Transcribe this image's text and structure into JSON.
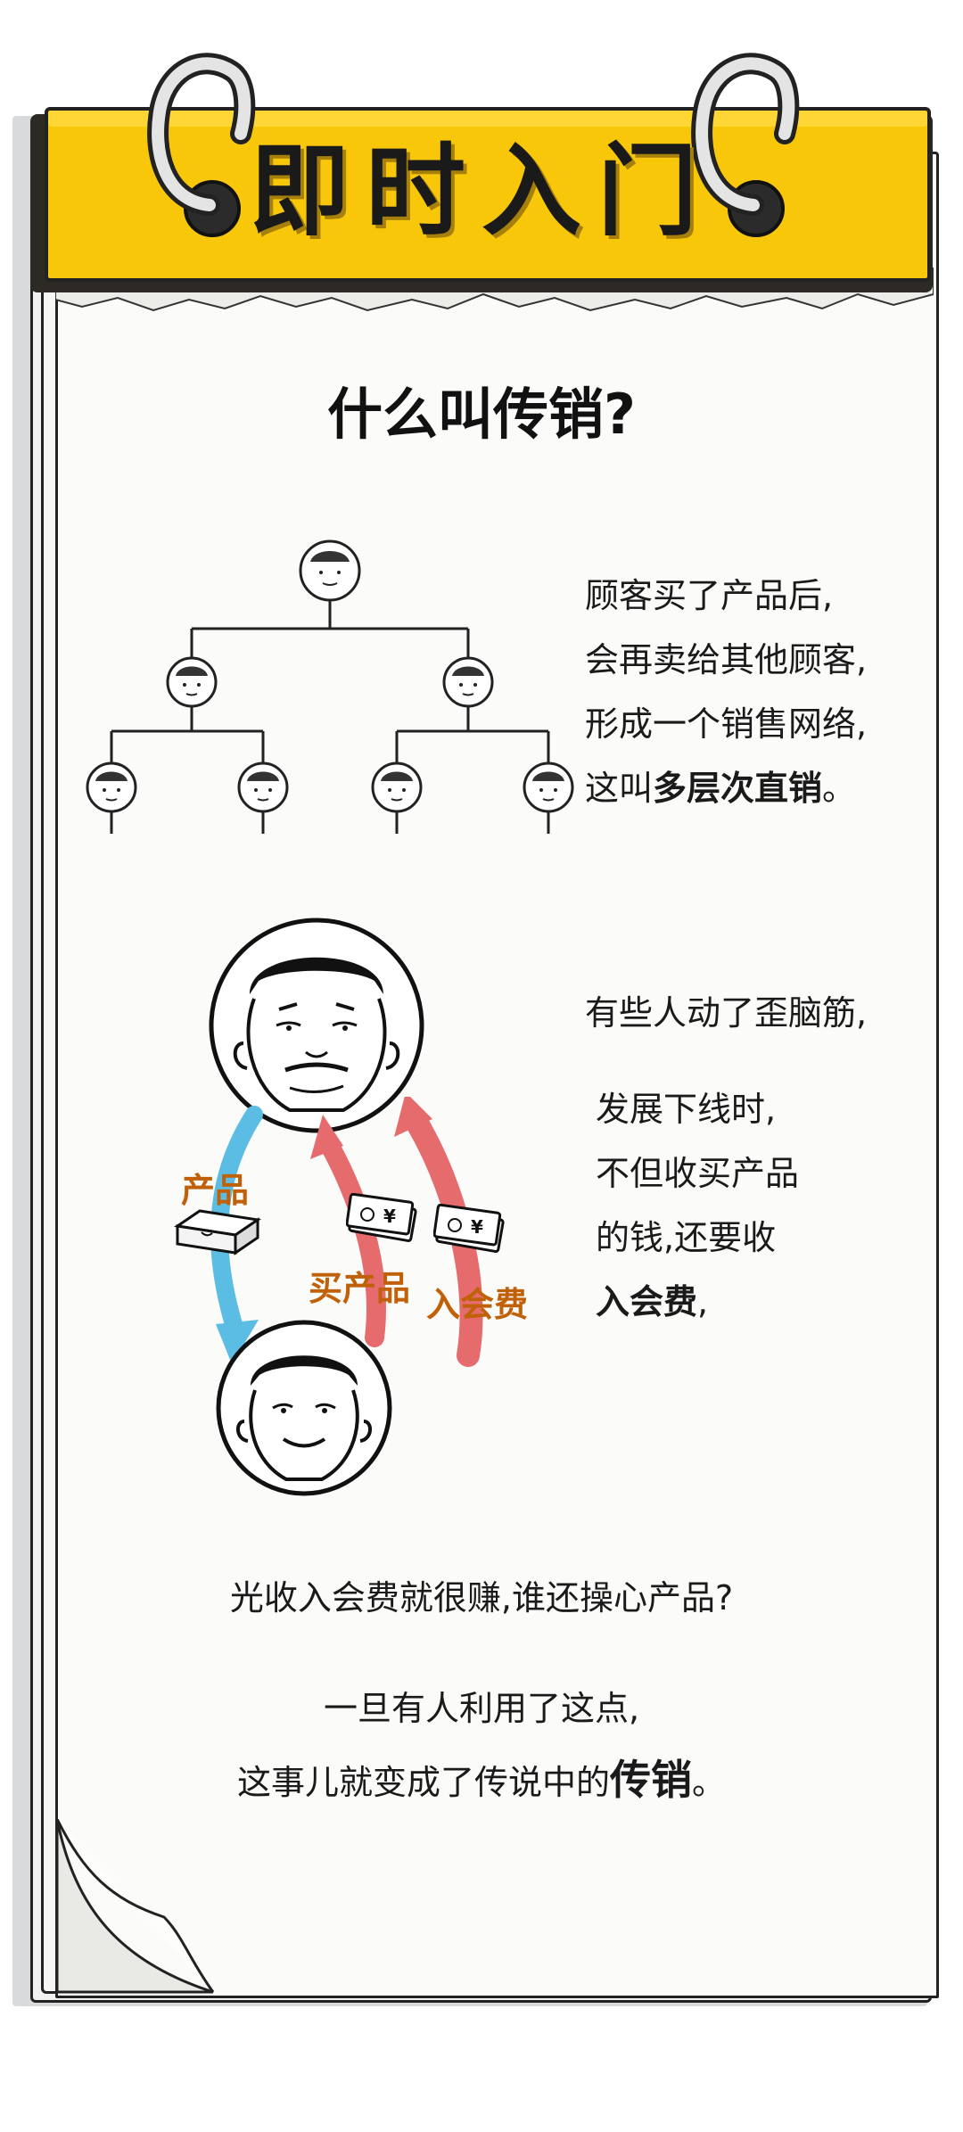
{
  "header": {
    "title": "即时入门"
  },
  "section": {
    "subtitle": "什么叫传销?"
  },
  "paragraph1": {
    "line1": "顾客买了产品后,",
    "line2": "会再卖给其他顾客,",
    "line3": "形成一个销售网络,",
    "line4_prefix": "这叫",
    "line4_bold": "多层次直销",
    "line4_suffix": "。"
  },
  "paragraph2": {
    "line1": "有些人动了歪脑筋,"
  },
  "paragraph3": {
    "line1": "发展下线时,",
    "line2": "不但收买产品",
    "line3": "的钱,还要收",
    "line4_bold": "入会费",
    "line4_suffix": ","
  },
  "flow_labels": {
    "product": "产品",
    "buy_product": "买产品",
    "entry_fee": "入会费",
    "yen": "¥"
  },
  "paragraph4": {
    "line1": "光收入会费就很赚,谁还操心产品?"
  },
  "paragraph5": {
    "line1": "一旦有人利用了这点,",
    "line2_prefix": "这事儿就变成了传说中的",
    "line2_bold": "传销",
    "line2_suffix": "。"
  },
  "colors": {
    "header_yellow": "#f9c70a",
    "arrow_blue": "#5bbde3",
    "arrow_red": "#e66b6d",
    "label_orange": "#c0610a"
  }
}
